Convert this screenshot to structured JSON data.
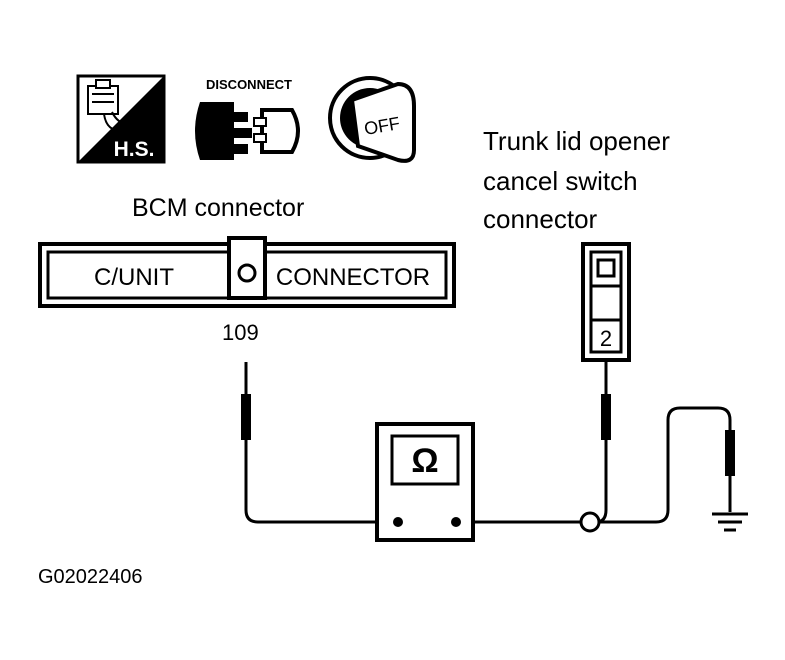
{
  "icons": {
    "hs_label": "H.S.",
    "disconnect_label": "DISCONNECT",
    "off_label": "OFF"
  },
  "bcm": {
    "title": "BCM connector",
    "left_label": "C/UNIT",
    "right_label": "CONNECTOR",
    "terminal": "109"
  },
  "trunk": {
    "line1": "Trunk lid opener",
    "line2": "cancel switch",
    "line3": "connector",
    "terminal": "2"
  },
  "meter": {
    "symbol": "Ω"
  },
  "figure_id": "G02022406"
}
